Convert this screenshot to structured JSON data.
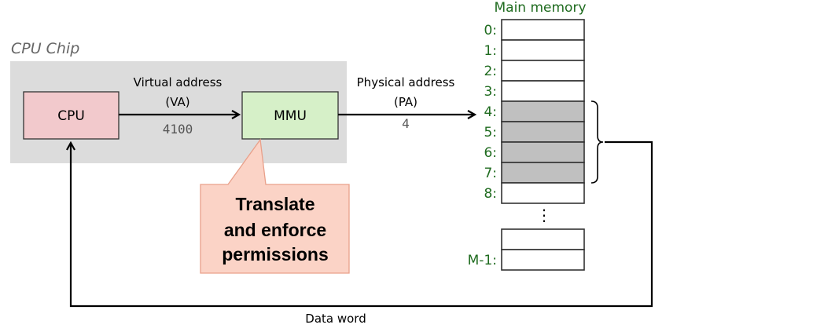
{
  "chip": {
    "label": "CPU Chip"
  },
  "cpu": {
    "label": "CPU"
  },
  "mmu": {
    "label": "MMU"
  },
  "va": {
    "line1": "Virtual address",
    "line2": "(VA)",
    "value": "4100"
  },
  "pa": {
    "line1": "Physical address",
    "line2": "(PA)",
    "value": "4"
  },
  "callout": {
    "lines": [
      "Translate",
      "and enforce",
      "permissions"
    ]
  },
  "memory": {
    "title": "Main memory",
    "rows": [
      {
        "label": "0:",
        "highlighted": false
      },
      {
        "label": "1:",
        "highlighted": false
      },
      {
        "label": "2:",
        "highlighted": false
      },
      {
        "label": "3:",
        "highlighted": false
      },
      {
        "label": "4:",
        "highlighted": true
      },
      {
        "label": "5:",
        "highlighted": true
      },
      {
        "label": "6:",
        "highlighted": true
      },
      {
        "label": "7:",
        "highlighted": true
      },
      {
        "label": "8:",
        "highlighted": false
      }
    ],
    "ellipsis": "⋮",
    "last_label": "M-1:"
  },
  "data_word": {
    "label": "Data word"
  },
  "colors": {
    "chip_bg": "#dcdcdc",
    "cpu_fill": "#f2c9cc",
    "mmu_fill": "#d6f0c8",
    "callout_fill": "#fbd3c6",
    "callout_stroke": "#e9a08a",
    "memory_label": "#1f6b1f",
    "cell_highlight": "#c0c0c0"
  }
}
